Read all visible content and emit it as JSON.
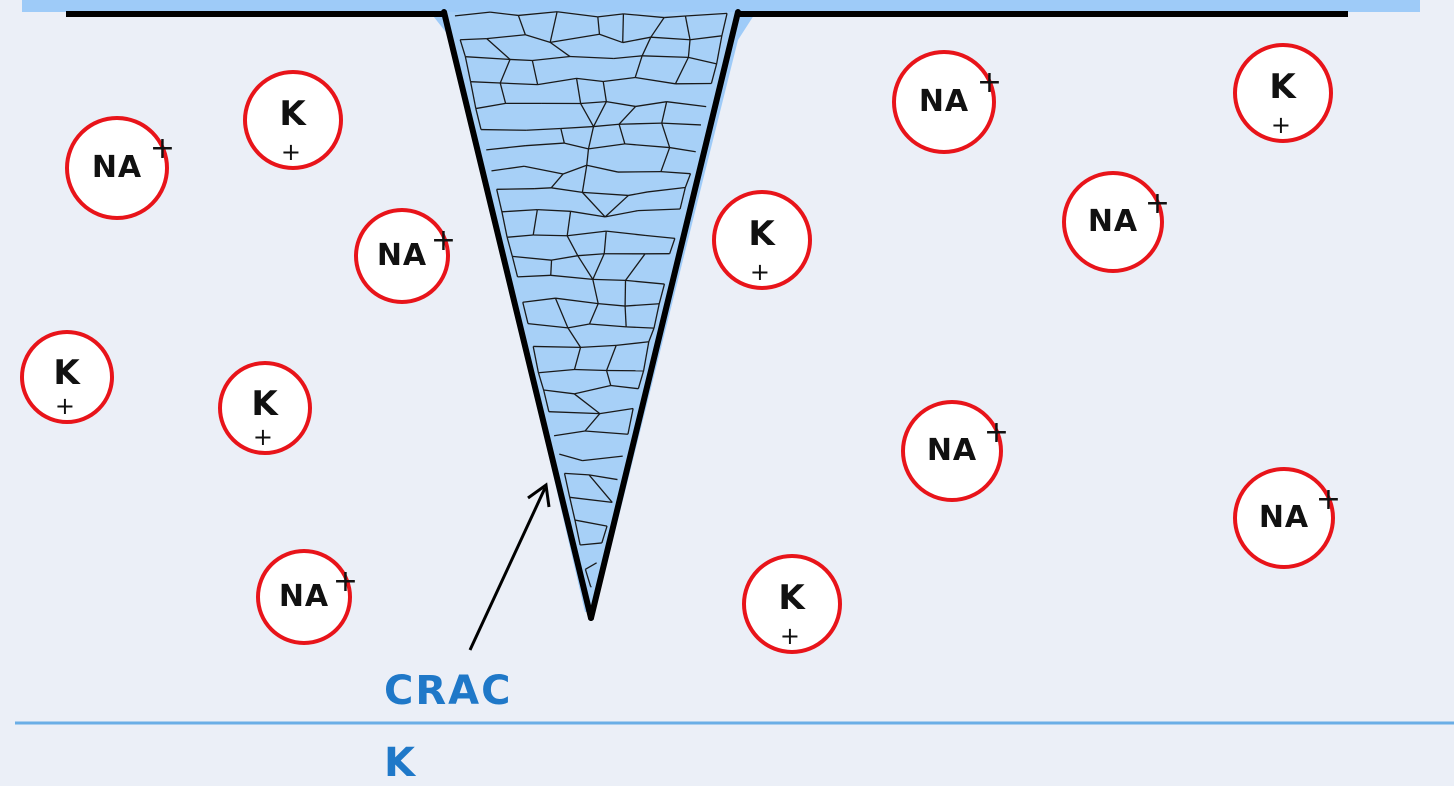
{
  "diagram": {
    "caption_line1": "CRAC",
    "caption_line2": "K",
    "colors": {
      "background": "#ebeff7",
      "water": "#9ecbf8",
      "ion_ring": "#e8141a",
      "caption": "#1f78c8",
      "divider": "#6aaee6"
    },
    "ions": [
      {
        "id": "na-1",
        "symbol": "NA",
        "charge": "+"
      },
      {
        "id": "k-1",
        "symbol": "K",
        "charge": "+"
      },
      {
        "id": "na-2",
        "symbol": "NA",
        "charge": "+"
      },
      {
        "id": "k-2",
        "symbol": "K",
        "charge": "+"
      },
      {
        "id": "k-3",
        "symbol": "K",
        "charge": "+"
      },
      {
        "id": "na-3",
        "symbol": "NA",
        "charge": "+"
      },
      {
        "id": "k-4",
        "symbol": "K",
        "charge": "+"
      },
      {
        "id": "na-4",
        "symbol": "NA",
        "charge": "+"
      },
      {
        "id": "k-5",
        "symbol": "K",
        "charge": "+"
      },
      {
        "id": "na-5",
        "symbol": "NA",
        "charge": "+"
      },
      {
        "id": "na-6",
        "symbol": "NA",
        "charge": "+"
      },
      {
        "id": "na-7",
        "symbol": "NA",
        "charge": "+"
      },
      {
        "id": "k-6",
        "symbol": "K",
        "charge": "+"
      }
    ]
  }
}
